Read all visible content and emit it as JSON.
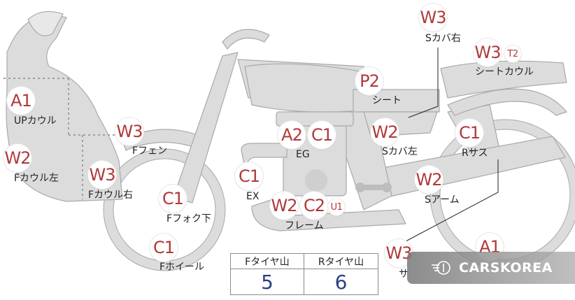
{
  "parts": [
    {
      "id": "upcowl-a1",
      "code": "A1",
      "label": "UPカウル"
    },
    {
      "id": "fcowl-left-w2",
      "code": "W2",
      "label": "Fカウル左"
    },
    {
      "id": "ffender-w3",
      "code": "W3",
      "label": "Fフェン"
    },
    {
      "id": "fcowl-right-w3",
      "code": "W3",
      "label": "Fカウル右"
    },
    {
      "id": "ffork-c1",
      "code": "C1",
      "label": "Fフォク下"
    },
    {
      "id": "fwheel-c1",
      "code": "C1",
      "label": "Fホイール"
    },
    {
      "id": "ex-c1",
      "code": "C1",
      "label": "EX"
    },
    {
      "id": "eg-a2",
      "code": "A2",
      "label": ""
    },
    {
      "id": "eg-c1",
      "code": "C1",
      "label": "EG"
    },
    {
      "id": "frame-w2",
      "code": "W2",
      "label": ""
    },
    {
      "id": "frame-c2",
      "code": "C2",
      "label": "フレーム"
    },
    {
      "id": "frame-u1",
      "code": "U1",
      "label": ""
    },
    {
      "id": "seat-p2",
      "code": "P2",
      "label": "シート"
    },
    {
      "id": "scover-left-w2",
      "code": "W2",
      "label": "Sカバ左"
    },
    {
      "id": "scover-right-w3",
      "code": "W3",
      "label": "Sカバ右"
    },
    {
      "id": "seatcowl-w3",
      "code": "W3",
      "label": "シートカウル"
    },
    {
      "id": "seatcowl-t2",
      "code": "T2",
      "label": ""
    },
    {
      "id": "rsus-c1",
      "code": "C1",
      "label": "Rサス"
    },
    {
      "id": "sarm-w2",
      "code": "W2",
      "label": "Sアーム"
    },
    {
      "id": "bottom-w3",
      "code": "W3",
      "label": "サ"
    },
    {
      "id": "rwheel-a1",
      "code": "A1",
      "label": ""
    }
  ],
  "tire_table": {
    "front_header": "Fタイヤ山",
    "rear_header": "Rタイヤ山",
    "front_value": "5",
    "rear_value": "6"
  },
  "watermark": {
    "text": "CARSKOREA"
  },
  "colors": {
    "body": "#dcdcdc",
    "outline": "#a9a9a9",
    "code": "#b0393b",
    "value": "#2a3f86"
  }
}
